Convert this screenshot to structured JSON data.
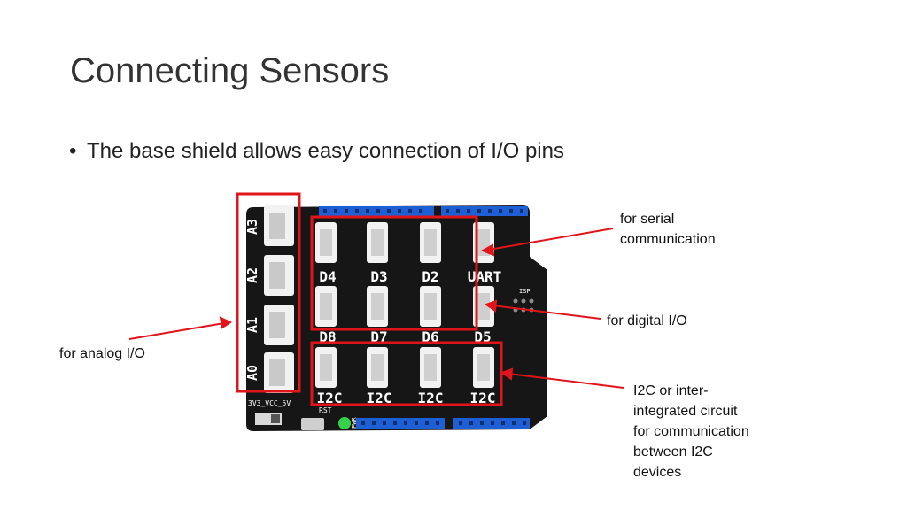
{
  "slide": {
    "title": "Connecting Sensors",
    "bullet": "The base shield allows easy connection of I/O pins"
  },
  "callouts": {
    "serial": [
      "for serial",
      "communication"
    ],
    "digital": "for digital I/O",
    "analog": "for analog I/O",
    "i2c": [
      "I2C or inter-",
      "integrated circuit",
      "for communication",
      "between I2C",
      "devices"
    ]
  },
  "board": {
    "analog_ports": [
      "A3",
      "A2",
      "A1",
      "A0"
    ],
    "digital_row1": [
      "D4",
      "D3",
      "D2",
      "UART"
    ],
    "digital_row2": [
      "D8",
      "D7",
      "D6",
      "D5"
    ],
    "i2c_ports": [
      "I2C",
      "I2C",
      "I2C",
      "I2C"
    ],
    "labels": {
      "voltage": "3V3_VCC_5V",
      "reset": "RST",
      "power": "PWR",
      "isp": "ISP"
    }
  },
  "colors": {
    "board": "#161616",
    "header": "#1e5fd6",
    "highlight": "#e0141b",
    "connector": "#f2f2f2"
  }
}
